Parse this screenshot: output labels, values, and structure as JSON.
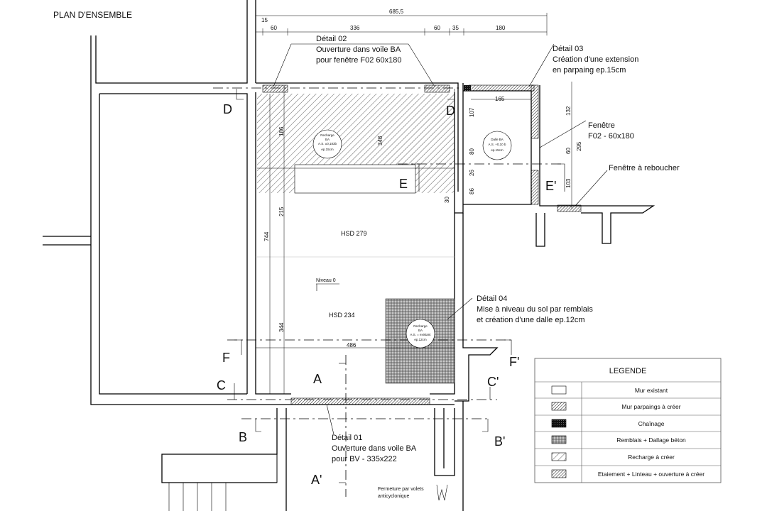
{
  "title": "PLAN D'ENSEMBLE",
  "dimensions_top": {
    "total": "685,5",
    "small": "15",
    "d1": "60",
    "d2": "336",
    "d3": "60",
    "d4": "35",
    "d5": "180"
  },
  "dimensions_inner": {
    "ext_width": "165",
    "v107": "107",
    "v80": "80",
    "v26": "26",
    "v86": "86",
    "v132": "132",
    "v60": "60",
    "v295": "295",
    "v103": "103",
    "v186": "186",
    "v348": "348",
    "v30": "30",
    "v215": "215",
    "v744": "744",
    "v344": "344",
    "w486": "486"
  },
  "rooms": {
    "hsd279": "HSD 279",
    "hsd234": "HSD 234",
    "niveau": "Niveau 0"
  },
  "callouts": {
    "recharge_top": [
      "Recharge",
      "BA",
      "A.S. ±0,183b",
      "ep.15cm"
    ],
    "dalle": [
      "Dalle BA",
      "A.S. +0,10 b",
      "ep.15cm"
    ],
    "recharge_bottom": [
      "Recharge",
      "BA",
      "A.S. = existant",
      "ep.12cm"
    ]
  },
  "details": {
    "d02": [
      "Détail 02",
      "Ouverture dans voile BA",
      "pour fenêtre F02 60x180"
    ],
    "d03": [
      "Détail 03",
      "Création d'une extension",
      "en parpaing ep.15cm"
    ],
    "fenetre": [
      "Fenêtre",
      "F02 - 60x180"
    ],
    "reboucher": "Fenêtre à reboucher",
    "d04": [
      "Détail 04",
      "Mise à niveau du sol par remblais",
      "et création d'une dalle ep.12cm"
    ],
    "d01": [
      "Détail 01",
      "Ouverture dans voile BA",
      "pour BV - 335x222"
    ],
    "volets": [
      "Fermeture par volets",
      "anticyclonique"
    ]
  },
  "sections": {
    "D": "D",
    "D2": "D",
    "E": "E",
    "E2": "E'",
    "F": "F",
    "F2": "F'",
    "C": "C",
    "C2": "C'",
    "A": "A",
    "A2": "A'",
    "B": "B",
    "B2": "B'"
  },
  "legend": {
    "title": "LEGENDE",
    "items": [
      {
        "label": "Mur existant",
        "pattern": "empty"
      },
      {
        "label": "Mur parpaings à créer",
        "pattern": "hatch-dense"
      },
      {
        "label": "Chaînage",
        "pattern": "solid-dots"
      },
      {
        "label": "Remblais + Dallage béton",
        "pattern": "dots"
      },
      {
        "label": "Recharge à créer",
        "pattern": "hatch-light"
      },
      {
        "label": "Etaiement + Linteau + ouverture à créer",
        "pattern": "hatch-dense"
      }
    ]
  }
}
